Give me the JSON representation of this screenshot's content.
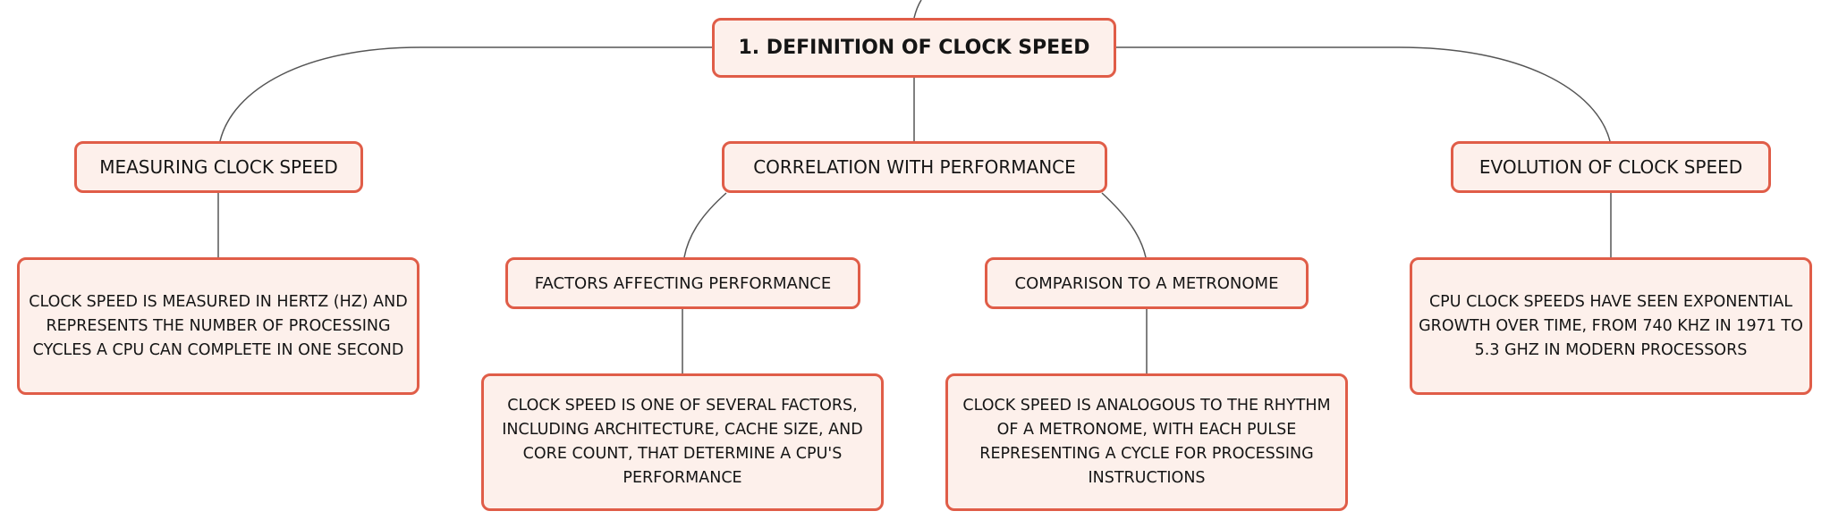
{
  "colors": {
    "node_fill": "#fdf0eb",
    "node_border": "#e05d48",
    "connector": "#555555",
    "text": "#151515"
  },
  "root": {
    "label": "1. DEFINITION OF CLOCK SPEED"
  },
  "branches": {
    "measuring": {
      "label": "MEASURING CLOCK SPEED",
      "detail": "CLOCK SPEED IS MEASURED IN HERTZ (HZ) AND REPRESENTS THE NUMBER OF PROCESSING CYCLES A CPU CAN COMPLETE IN ONE SECOND"
    },
    "correlation": {
      "label": "CORRELATION WITH PERFORMANCE",
      "factors": {
        "label": "FACTORS AFFECTING PERFORMANCE",
        "detail": "CLOCK SPEED IS ONE OF SEVERAL FACTORS, INCLUDING ARCHITECTURE, CACHE SIZE, AND CORE COUNT, THAT DETERMINE A CPU'S PERFORMANCE"
      },
      "metronome": {
        "label": "COMPARISON TO A METRONOME",
        "detail": "CLOCK SPEED IS ANALOGOUS TO THE RHYTHM OF A METRONOME, WITH EACH PULSE REPRESENTING A CYCLE FOR PROCESSING INSTRUCTIONS"
      }
    },
    "evolution": {
      "label": "EVOLUTION OF CLOCK SPEED",
      "detail": "CPU CLOCK SPEEDS HAVE SEEN EXPONENTIAL GROWTH OVER TIME, FROM 740 KHZ IN 1971 TO 5.3 GHZ IN MODERN PROCESSORS"
    }
  }
}
